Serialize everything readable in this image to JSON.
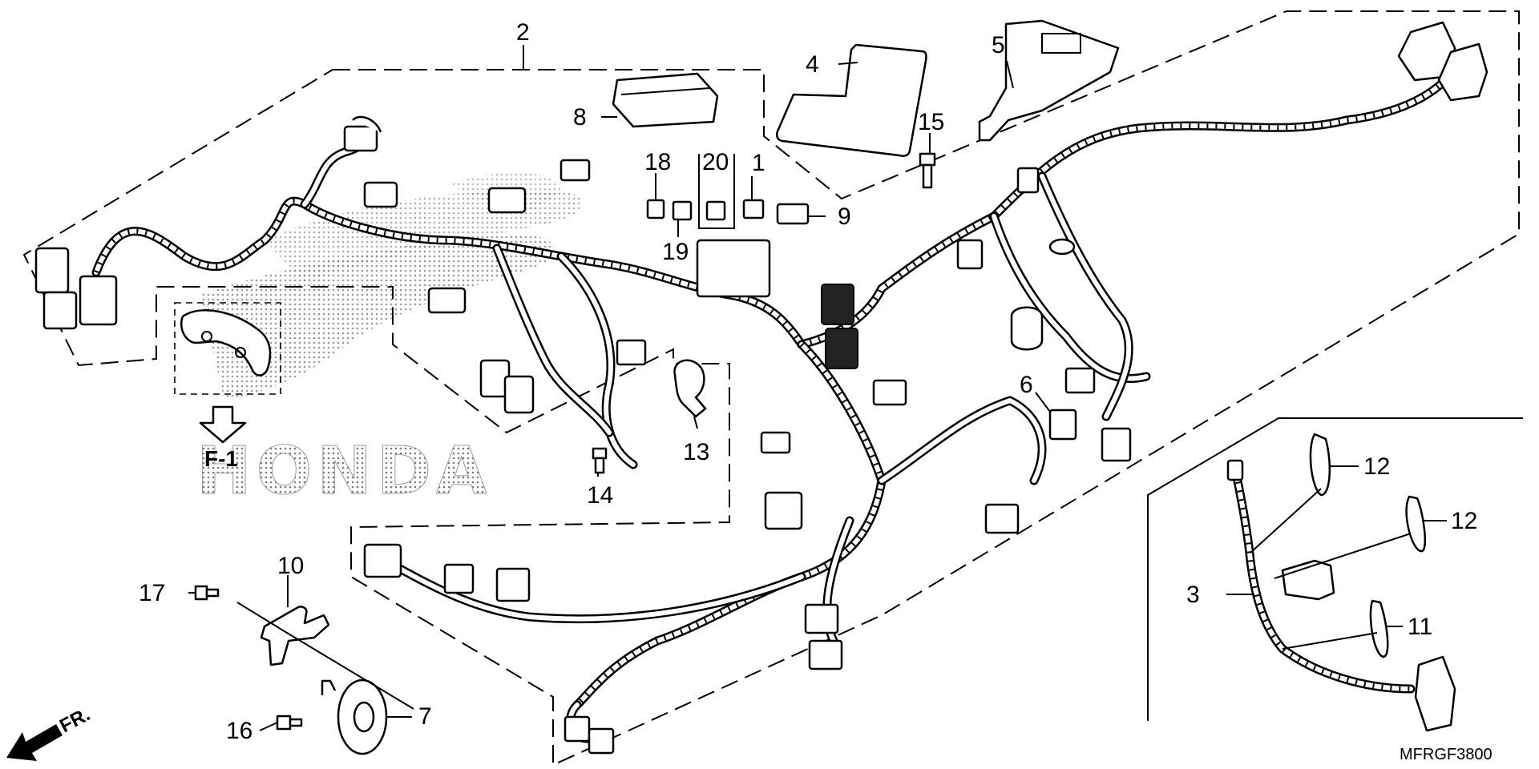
{
  "callouts": [
    "1",
    "2",
    "3",
    "4",
    "5",
    "6",
    "7",
    "8",
    "9",
    "10",
    "11",
    "12",
    "12",
    "13",
    "14",
    "15",
    "16",
    "17",
    "18",
    "19",
    "20"
  ],
  "f1_label": "F-1",
  "fr_label": "FR.",
  "watermark": "HONDA",
  "diagram_code": "MFRGF3800",
  "icons": {
    "front_arrow": "front-direction-arrow-icon",
    "f1_arrow": "hollow-down-arrow-icon"
  }
}
